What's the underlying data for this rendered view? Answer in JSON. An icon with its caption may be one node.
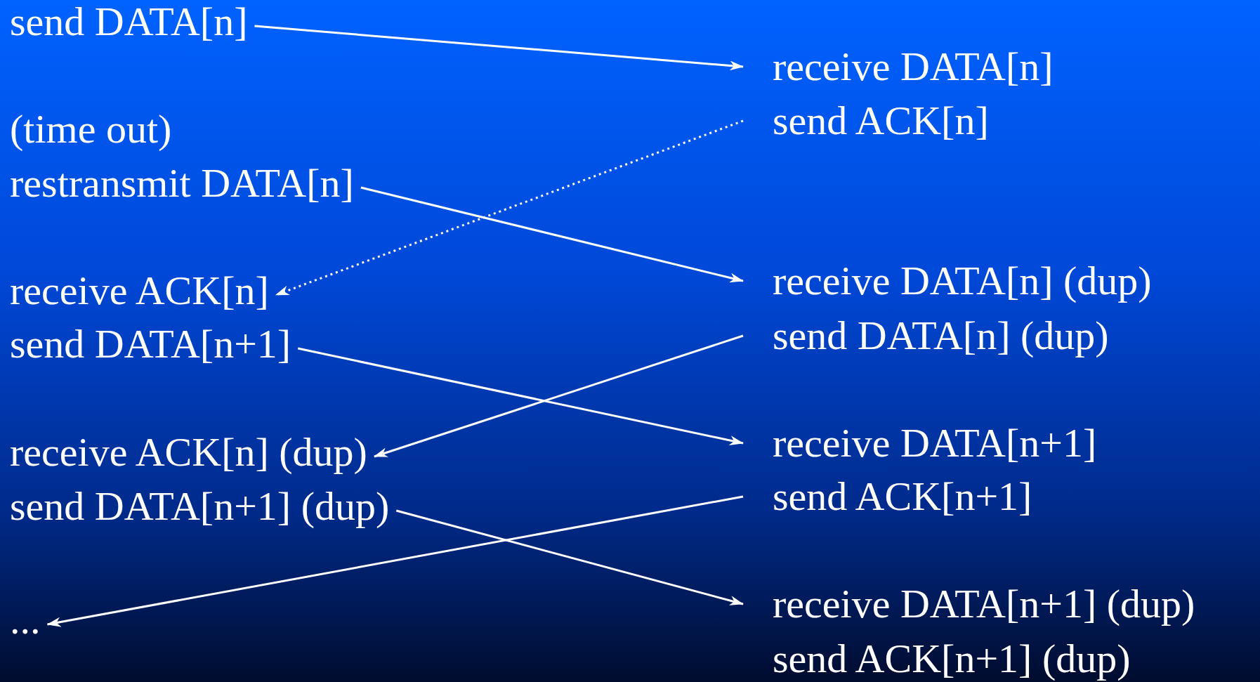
{
  "diagram": {
    "nodes": [
      {
        "text": [
          "send DATA[n]"
        ]
      },
      {
        "text": [
          "receive DATA[n]"
        ]
      },
      {
        "text": [
          "send ACK[n]"
        ]
      },
      {
        "text": [
          "restransmit DATA[n]"
        ]
      },
      {
        "text": [
          "receive DATA[n] (dup)"
        ]
      },
      {
        "text": [
          "receive ACK[n]"
        ]
      },
      {
        "text": [
          "send DATA[n] (dup)"
        ]
      },
      {
        "text": [
          "send DATA[n+1]"
        ]
      },
      {
        "text": [
          "receive DATA[n+1]"
        ]
      },
      {
        "text": [
          "receive ACK[n] (dup)"
        ]
      },
      {
        "text": [
          "send ACK[n+1]"
        ]
      },
      {
        "text": [
          "send DATA[n+1] (dup)"
        ]
      },
      {
        "text": [
          "receive DATA[n+1] (dup)"
        ]
      },
      {
        "text": [
          "..."
        ]
      },
      {
        "text": [
          "send ACK[n+1] (dup)"
        ]
      }
    ],
    "edges": [
      {
        "from": 0,
        "to": 1,
        "arrow": "to"
      },
      {
        "from": 2,
        "to": 5,
        "arrow": "to",
        "style": "dashed"
      },
      {
        "from": 3,
        "to": 4,
        "arrow": "to"
      },
      {
        "from": 6,
        "to": 9,
        "arrow": "to"
      },
      {
        "from": 7,
        "to": 8,
        "arrow": "to"
      },
      {
        "from": 10,
        "to": 13,
        "arrow": "to"
      },
      {
        "from": 11,
        "to": 12,
        "arrow": "to"
      }
    ],
    "labels": [
      "(time out)"
    ]
  }
}
